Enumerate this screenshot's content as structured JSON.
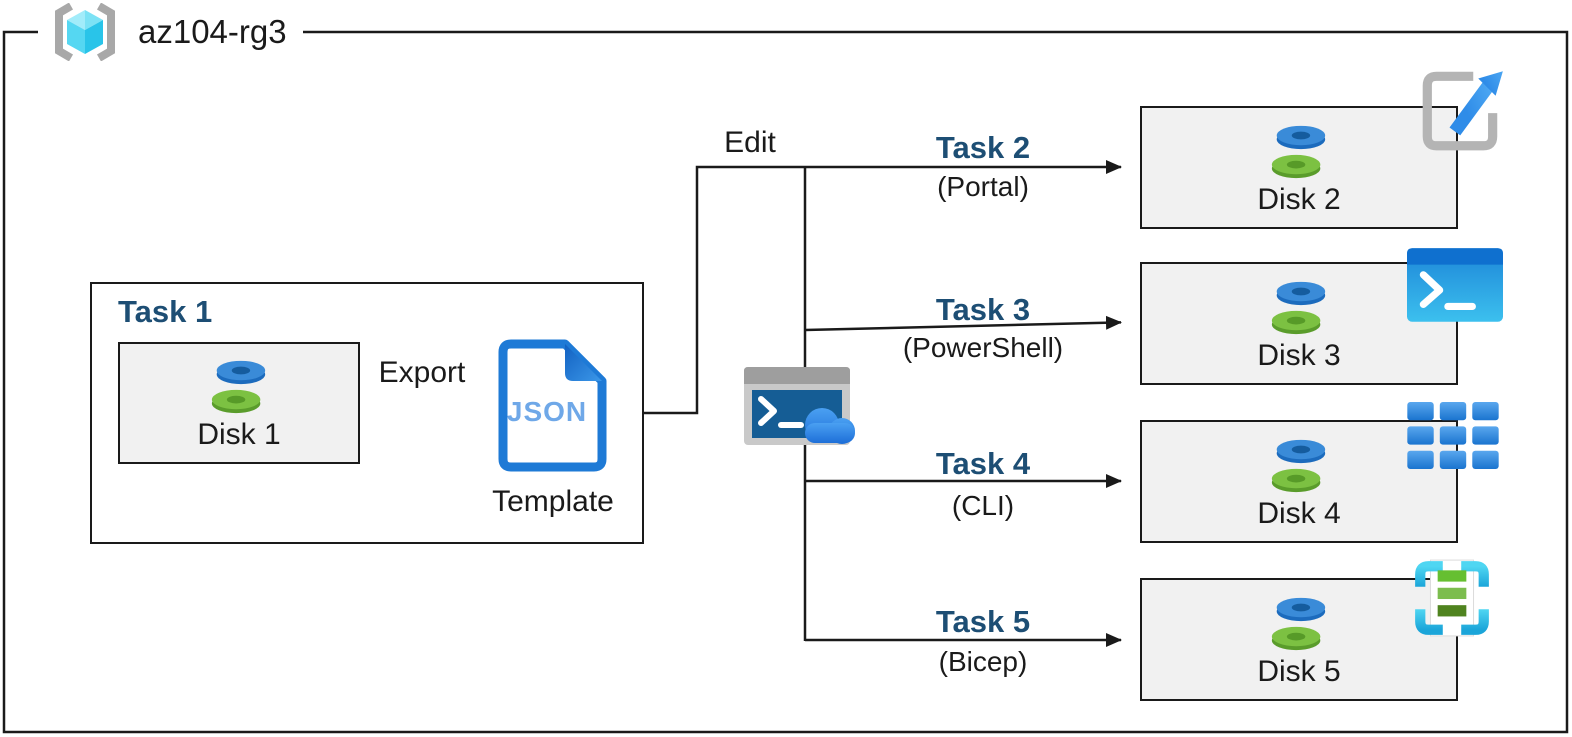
{
  "title_bar": {
    "resource_group_name": "az104-rg3",
    "resource_group_icon": "azure-resource-group-icon"
  },
  "task1": {
    "title": "Task 1",
    "disk": {
      "label": "Disk 1",
      "icon": "managed-disk-icon"
    },
    "export_label": "Export",
    "template": {
      "file_text": "JSON",
      "caption": "Template",
      "icon": "json-template-file-icon"
    }
  },
  "edit_label": "Edit",
  "cloud_shell_icon": "cloud-shell-icon",
  "branches": [
    {
      "task_label": "Task 2",
      "method_label": "(Portal)",
      "disk": {
        "label": "Disk 2",
        "icon": "managed-disk-icon"
      },
      "corner_icon": "azure-portal-launch-icon"
    },
    {
      "task_label": "Task 3",
      "method_label": "(PowerShell)",
      "disk": {
        "label": "Disk 3",
        "icon": "managed-disk-icon"
      },
      "corner_icon": "powershell-icon"
    },
    {
      "task_label": "Task 4",
      "method_label": "(CLI)",
      "disk": {
        "label": "Disk 4",
        "icon": "managed-disk-icon"
      },
      "corner_icon": "cli-grid-icon"
    },
    {
      "task_label": "Task 5",
      "method_label": "(Bicep)",
      "disk": {
        "label": "Disk 5",
        "icon": "managed-disk-icon"
      },
      "corner_icon": "arm-template-brackets-icon"
    }
  ],
  "colors": {
    "task_text": "#1D4E74",
    "line": "#1A1A1A",
    "card_fill": "#F1F1F1",
    "json_border_blue": "#1E7AD6",
    "json_text_blue": "#6FA8E8",
    "disk_blue": "#3A8BD8",
    "disk_green": "#7CC142",
    "cube_cyan": "#55D7F2",
    "bracket_gray": "#A8A8A8"
  }
}
